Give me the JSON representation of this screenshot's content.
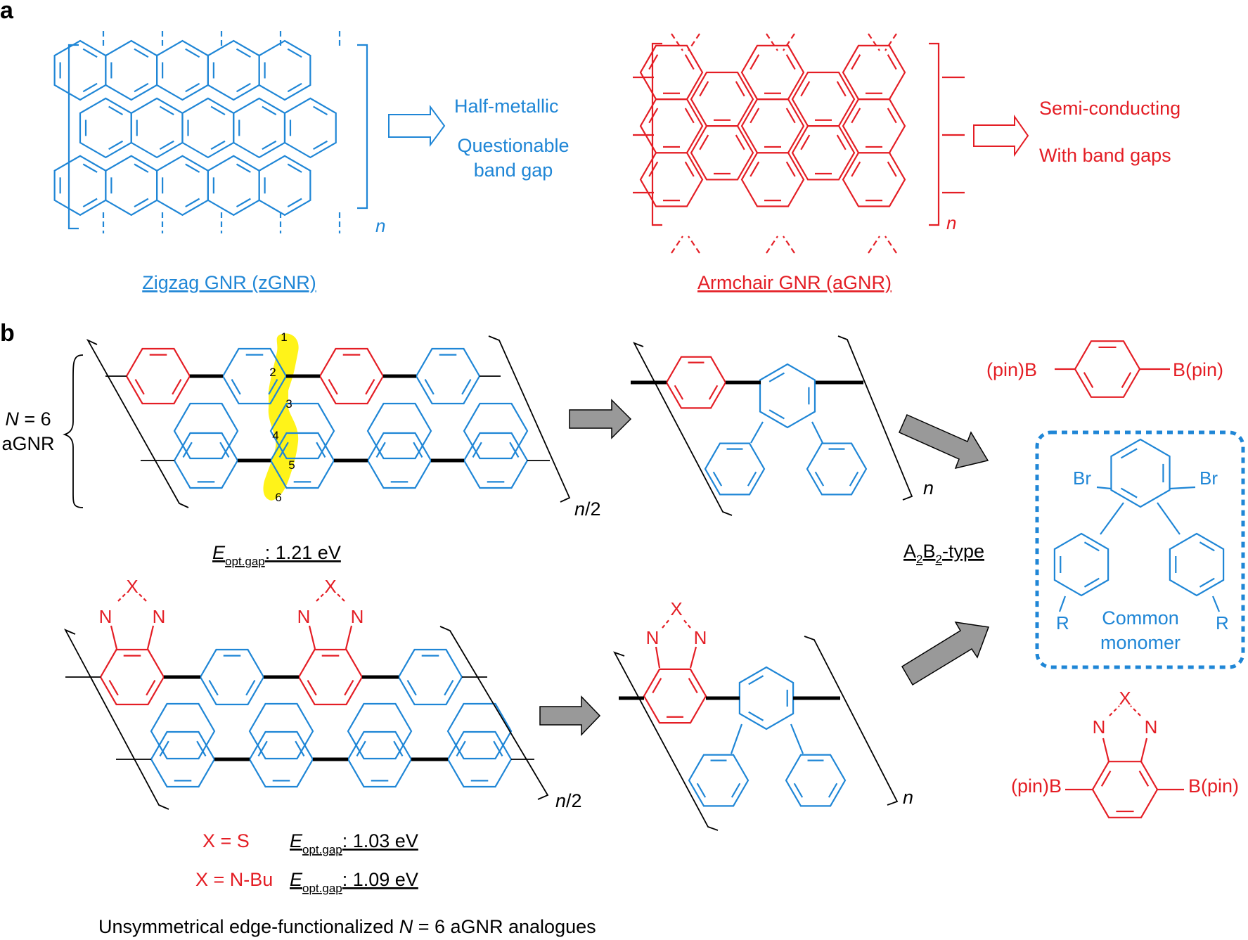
{
  "colors": {
    "blue": "#1f86d6",
    "red": "#e41e25",
    "black": "#000000",
    "highlight": "#fff200",
    "arrow_gray": "#999999"
  },
  "panel_a": {
    "label": "a",
    "zigzag": {
      "caption": "Zigzag GNR (zGNR)",
      "repeat": "n",
      "property_1": "Half-metallic",
      "property_2_line1": "Questionable",
      "property_2_line2": "band gap"
    },
    "armchair": {
      "caption": "Armchair GNR (aGNR)",
      "repeat": "n",
      "property_1": "Semi-conducting",
      "property_2": "With band gaps"
    }
  },
  "panel_b": {
    "label": "b",
    "width_label_n": "N",
    "width_label_eq": " = 6",
    "width_label_suffix": "aGNR",
    "carbon_numbers": [
      "1",
      "2",
      "3",
      "4",
      "5",
      "6"
    ],
    "repeat_half": "/2",
    "repeat_italic": "n",
    "gap_symbol": "E",
    "gap_subscript": "opt.gap",
    "gap_top": ": 1.21 eV",
    "variant_s": {
      "label": "X = S",
      "gap": ": 1.03 eV"
    },
    "variant_nbu": {
      "label": "X = N-Bu",
      "gap": ": 1.09 eV"
    },
    "heteroatom_x": "X",
    "nitrogen": "N",
    "monomer_type_pre": "A",
    "monomer_type_mid": "B",
    "monomer_type_sub": "2",
    "monomer_type_post": "-type",
    "boron_left": "(pin)B",
    "boron_right": "B(pin)",
    "bromine": "Br",
    "r_group": "R",
    "common_monomer_line1": "Common",
    "common_monomer_line2": "monomer",
    "footer_pre": "Unsymmetrical edge-functionalized ",
    "footer_n": "N",
    "footer_post": " = 6 aGNR analogues"
  }
}
